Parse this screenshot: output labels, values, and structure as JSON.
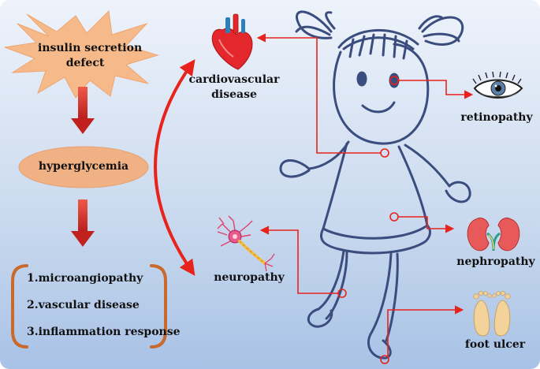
{
  "cause": {
    "line1": "insulin secretion",
    "line2": "defect"
  },
  "state": "hyperglycemia",
  "mechanisms": [
    "1.microangiopathy",
    "2.vascular disease",
    "3.inflammation response"
  ],
  "complications": {
    "cardiovascular": {
      "line1": "cardiovascular",
      "line2": "disease"
    },
    "retinopathy": "retinopathy",
    "nephropathy": "nephropathy",
    "neuropathy": "neuropathy",
    "foot_ulcer": "foot ulcer"
  },
  "colors": {
    "accent_red": "#e8231c",
    "burst_fill": "#f5b98a",
    "ellipse_fill": "#f0b185",
    "bracket": "#c9692c",
    "figure_stroke": "#3a4d7e"
  },
  "icons": [
    "heart-icon",
    "eye-icon",
    "kidney-icon",
    "neuron-icon",
    "feet-icon"
  ]
}
